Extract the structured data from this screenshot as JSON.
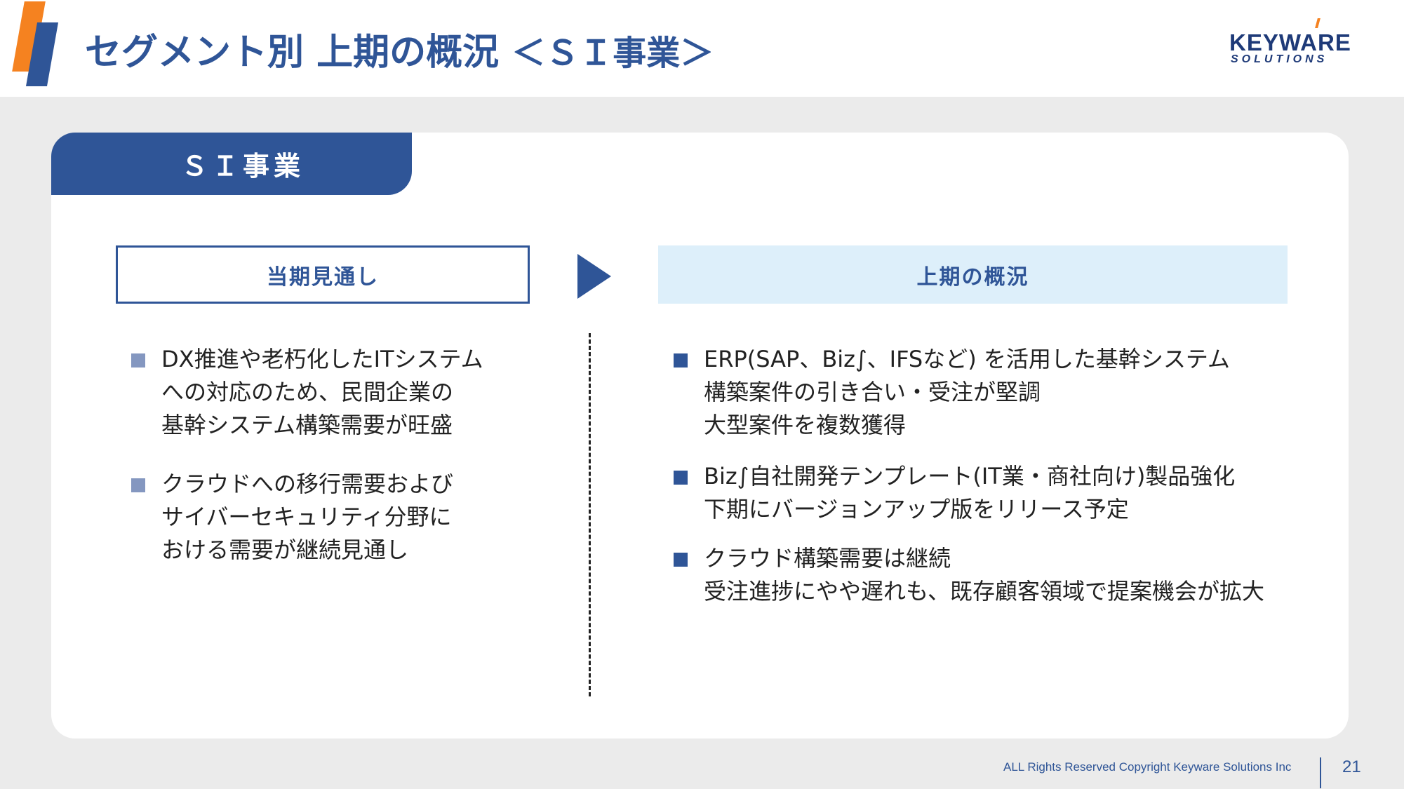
{
  "header": {
    "title": "セグメント別 上期の概況",
    "subtitle": "＜ＳＩ事業＞"
  },
  "logo": {
    "main": "KEYWARE",
    "sub": "SOLUTIONS"
  },
  "section_tab": "ＳＩ事業",
  "left": {
    "heading": "当期見通し",
    "bullets": [
      {
        "lines": [
          "DX推進や老朽化したITシステム",
          "への対応のため、民間企業の",
          "基幹システム構築需要が旺盛"
        ]
      },
      {
        "lines": [
          "クラウドへの移行需要および",
          "サイバーセキュリティ分野に",
          "おける需要が継続見通し"
        ]
      }
    ]
  },
  "right": {
    "heading": "上期の概況",
    "bullets": [
      {
        "lines": [
          "ERP(SAP、Biz∫、IFSなど) を活用した基幹システム",
          "構築案件の引き合い・受注が堅調",
          "大型案件を複数獲得"
        ]
      },
      {
        "lines": [
          "Biz∫自社開発テンプレート(IT業・商社向け)製品強化",
          "下期にバージョンアップ版をリリース予定"
        ]
      },
      {
        "lines": [
          "クラウド構築需要は継続",
          "受注進捗にやや遅れも、既存顧客領域で提案機会が拡大"
        ]
      }
    ]
  },
  "footer": {
    "copyright": "ALL Rights Reserved Copyright Keyware Solutions Inc",
    "page": "21"
  },
  "colors": {
    "brand_blue": "#2f5597",
    "brand_orange": "#f58220",
    "light_blue": "#ddeffa"
  }
}
